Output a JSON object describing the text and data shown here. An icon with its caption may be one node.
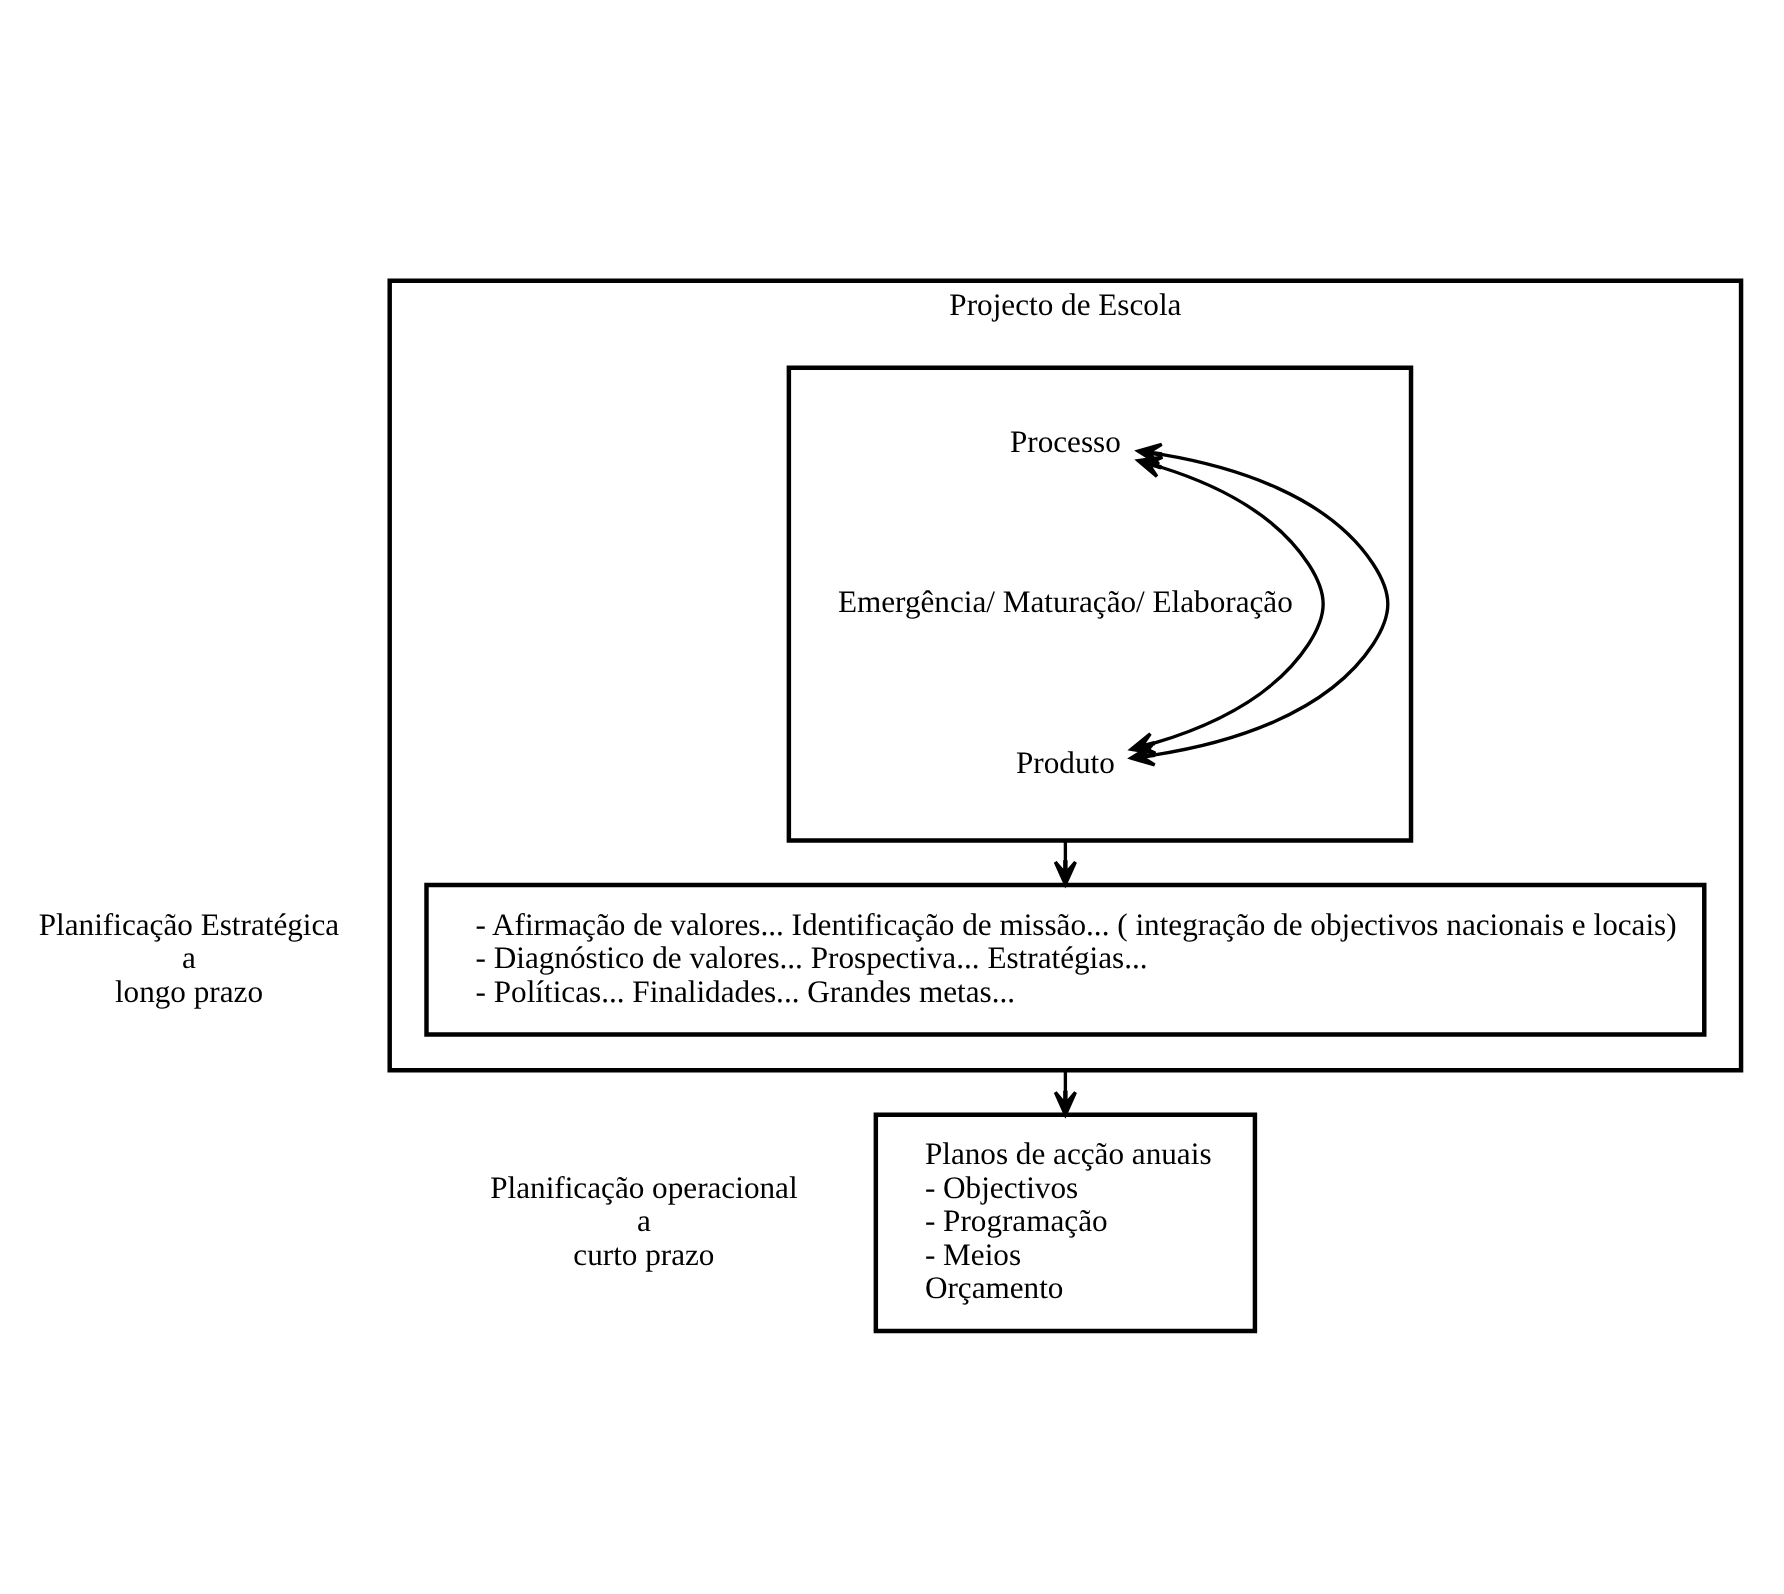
{
  "diagram": {
    "nodes": [
      {
        "text": [
          "Projecto de Escola"
        ]
      },
      {
        "text": [],
        "shape": "box",
        "in": 0
      },
      {
        "text": [
          "Processo"
        ],
        "in": 1
      },
      {
        "text": [
          "Emergência/ Maturação/ Elaboração"
        ],
        "in": 1
      },
      {
        "text": [
          "Produto"
        ],
        "in": 1
      },
      {
        "text": [
          "- Afirmação de valores... Identificação de missão... ( integração de objectivos nacionais e locais)",
          "- Diagnóstico de valores... Prospectiva... Estratégias...",
          "- Políticas... Finalidades... Grandes metas..."
        ],
        "in": 0
      },
      {
        "text": [
          "Planos de acção anuais",
          "- Objectivos",
          "- Programação",
          "- Meios",
          "Orçamento"
        ]
      }
    ],
    "edges": [
      {
        "from": 2,
        "to": 4,
        "arrow": "both"
      },
      {
        "from": 2,
        "to": 4,
        "arrow": "both"
      },
      {
        "from": 1,
        "to": 5,
        "arrow": "to"
      },
      {
        "from": 0,
        "to": 6,
        "arrow": "to"
      }
    ],
    "labels": [
      "Planificação Estratégica a longo prazo",
      "Planificação operacional a curto prazo"
    ]
  }
}
